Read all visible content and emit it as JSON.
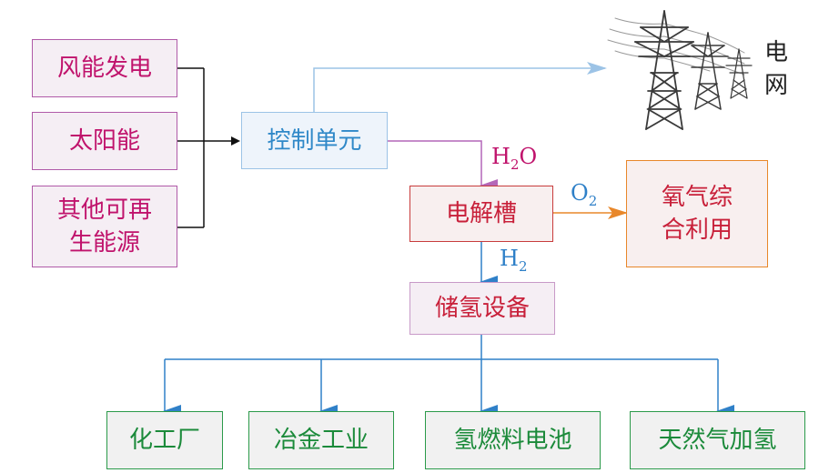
{
  "sources": {
    "wind": "风能发电",
    "solar": "太阳能",
    "other_line1": "其他可再",
    "other_line2": "生能源"
  },
  "control_unit": "控制单元",
  "grid_label": {
    "line1": "电",
    "line2": "网"
  },
  "electrolyzer": "电解槽",
  "oxygen_use": {
    "line1": "氧气综",
    "line2": "合利用"
  },
  "storage": "储氢设备",
  "water_label": {
    "base": "H",
    "sub": "2",
    "tail": "O"
  },
  "oxygen_label": {
    "base": "O",
    "sub": "2"
  },
  "hydrogen_label": {
    "base": "H",
    "sub": "2"
  },
  "applications": [
    "化工厂",
    "冶金工业",
    "氢燃料电池",
    "天然气加氢"
  ],
  "colors": {
    "source_border": "#b05aa8",
    "source_text": "#c0136c",
    "control_border": "#9cc3e6",
    "control_text": "#2f88c8",
    "electrolyzer_border": "#c83c3c",
    "oxygen_border": "#e8872a",
    "app_border": "#2b9a4a",
    "app_text": "#1b8a3a"
  },
  "icons": [
    "power-tower-icon"
  ]
}
